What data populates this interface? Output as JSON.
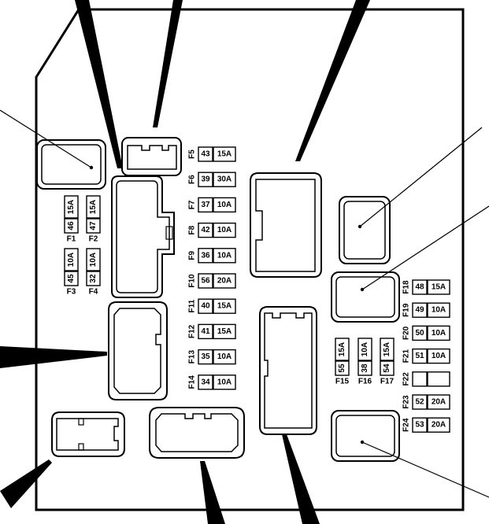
{
  "colors": {
    "ink": "#000000",
    "paper": "#ffffff"
  },
  "fuses_upper_column": [
    {
      "id": "F5",
      "number": "43",
      "amps": "15A"
    },
    {
      "id": "F6",
      "number": "39",
      "amps": "30A"
    },
    {
      "id": "F7",
      "number": "37",
      "amps": "10A"
    },
    {
      "id": "F8",
      "number": "42",
      "amps": "10A"
    },
    {
      "id": "F9",
      "number": "36",
      "amps": "10A"
    },
    {
      "id": "F10",
      "number": "56",
      "amps": "20A"
    },
    {
      "id": "F11",
      "number": "40",
      "amps": "15A"
    },
    {
      "id": "F12",
      "number": "41",
      "amps": "15A"
    },
    {
      "id": "F13",
      "number": "35",
      "amps": "10A"
    },
    {
      "id": "F14",
      "number": "34",
      "amps": "10A"
    }
  ],
  "fuses_right_column": [
    {
      "id": "F18",
      "number": "48",
      "amps": "15A"
    },
    {
      "id": "F19",
      "number": "49",
      "amps": "10A"
    },
    {
      "id": "F20",
      "number": "50",
      "amps": "10A"
    },
    {
      "id": "F21",
      "number": "51",
      "amps": "10A"
    },
    {
      "id": "F22",
      "number": "",
      "amps": ""
    },
    {
      "id": "F23",
      "number": "52",
      "amps": "20A"
    },
    {
      "id": "F24",
      "number": "53",
      "amps": "20A"
    }
  ],
  "fuses_left_vertical": [
    {
      "id": "F1",
      "number": "46",
      "amps": "15A"
    },
    {
      "id": "F2",
      "number": "47",
      "amps": "15A"
    },
    {
      "id": "F3",
      "number": "45",
      "amps": "10A"
    },
    {
      "id": "F4",
      "number": "32",
      "amps": "10A"
    }
  ],
  "fuses_mid_vertical": [
    {
      "id": "F15",
      "number": "55",
      "amps": "15A"
    },
    {
      "id": "F16",
      "number": "38",
      "amps": "10A"
    },
    {
      "id": "F17",
      "number": "54",
      "amps": "15A"
    }
  ]
}
